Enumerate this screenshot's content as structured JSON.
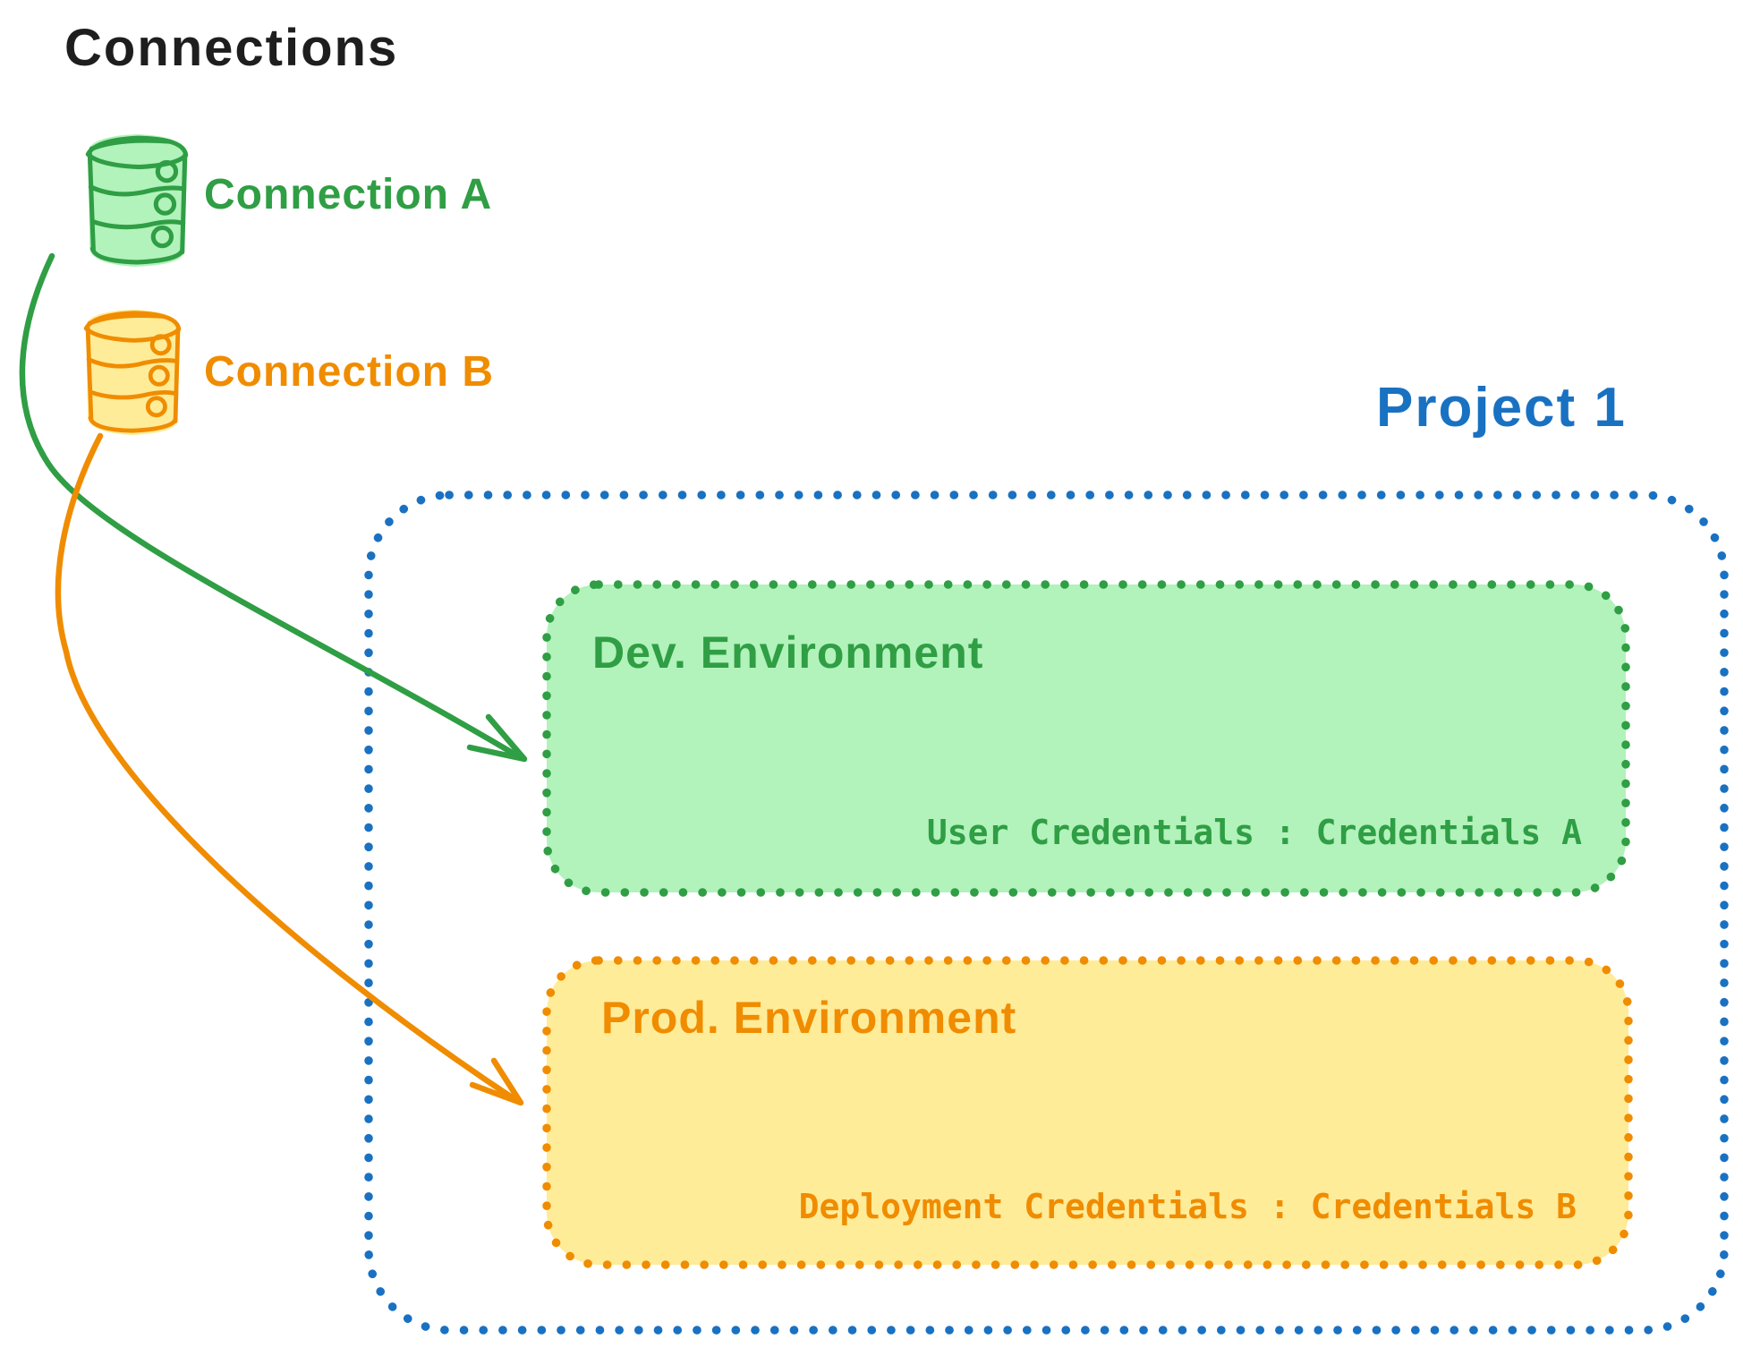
{
  "palette": {
    "ink": "#1e1e1e",
    "green_stroke": "#2f9e44",
    "green_fill": "#b2f2bb",
    "orange_stroke": "#f08c00",
    "orange_fill": "#ffec99",
    "blue_stroke": "#1971c2",
    "background": "#ffffff"
  },
  "connections": {
    "title": "Connections",
    "items": [
      {
        "label": "Connection A",
        "icon": "database-icon",
        "color": "#2f9e44"
      },
      {
        "label": "Connection B",
        "icon": "database-icon",
        "color": "#f08c00"
      }
    ]
  },
  "project": {
    "title": "Project 1",
    "environments": [
      {
        "name": "Dev. Environment",
        "credentials_label": "User Credentials : Credentials A",
        "stroke": "#2f9e44",
        "fill": "#b2f2bb"
      },
      {
        "name": "Prod. Environment",
        "credentials_label": "Deployment Credentials : Credentials B",
        "stroke": "#f08c00",
        "fill": "#ffec99"
      }
    ]
  },
  "arrows": [
    {
      "from": "Connection A",
      "to": "Dev. Environment",
      "color": "#2f9e44"
    },
    {
      "from": "Connection B",
      "to": "Prod. Environment",
      "color": "#f08c00"
    }
  ]
}
